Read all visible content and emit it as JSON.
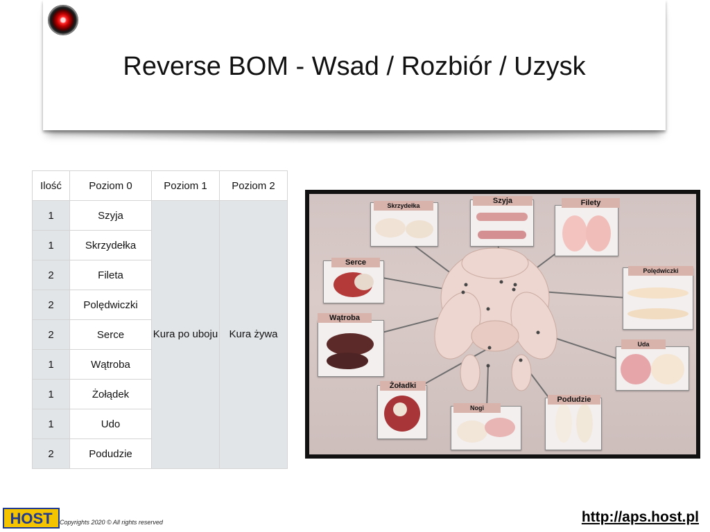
{
  "title": "Reverse BOM - Wsad / Rozbiór / Uzysk",
  "table": {
    "headers": [
      "Ilość",
      "Poziom 0",
      "Poziom 1",
      "Poziom 2"
    ],
    "rows": [
      {
        "qty": "1",
        "part": "Szyja"
      },
      {
        "qty": "1",
        "part": "Skrzydełka"
      },
      {
        "qty": "2",
        "part": "Fileta"
      },
      {
        "qty": "2",
        "part": "Polędwiczki"
      },
      {
        "qty": "2",
        "part": "Serce"
      },
      {
        "qty": "1",
        "part": "Wątroba"
      },
      {
        "qty": "1",
        "part": "Żołądek"
      },
      {
        "qty": "1",
        "part": "Udo"
      },
      {
        "qty": "2",
        "part": "Podudzie"
      }
    ],
    "level1": "Kura po uboju",
    "level2": "Kura żywa"
  },
  "diagram": {
    "labels": {
      "wings": "Skrzydełka",
      "neck": "Szyja",
      "fillets": "Filety",
      "heart": "Serce",
      "tenderloins": "Polędwiczki",
      "liver": "Wątroba",
      "thigh": "Uda",
      "gizzard": "Żoładki",
      "drumstick": "Podudzie",
      "legs": "Nogi"
    }
  },
  "footer": {
    "logo_text": "HOST",
    "copyright": "Copyrights 2020  © All rights reserved",
    "url": "http://aps.host.pl"
  },
  "colors": {
    "table_shade": "#e2e5e8",
    "label_bg": "#d8b3ac",
    "logo_yellow": "#f5c400",
    "logo_blue": "#1f3a8f"
  }
}
